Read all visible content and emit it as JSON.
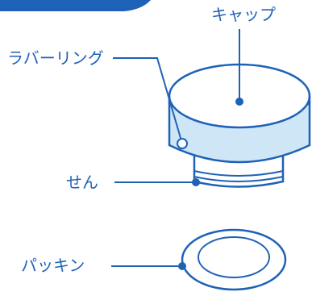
{
  "colors": {
    "line": "#1e62b7",
    "label_text": "#1e62b7",
    "cap_face": "#ffffff",
    "rubber_ring_fill": "#cfe6f7",
    "header_bar": "#1e62b7"
  },
  "labels": {
    "cap": "キャップ",
    "rubber_ring": "ラバーリング",
    "plug": "せん",
    "packing": "パッキン"
  },
  "icons": {
    "marker": "filled-circle-dot",
    "rubber_marker": "open-circle-dot"
  }
}
